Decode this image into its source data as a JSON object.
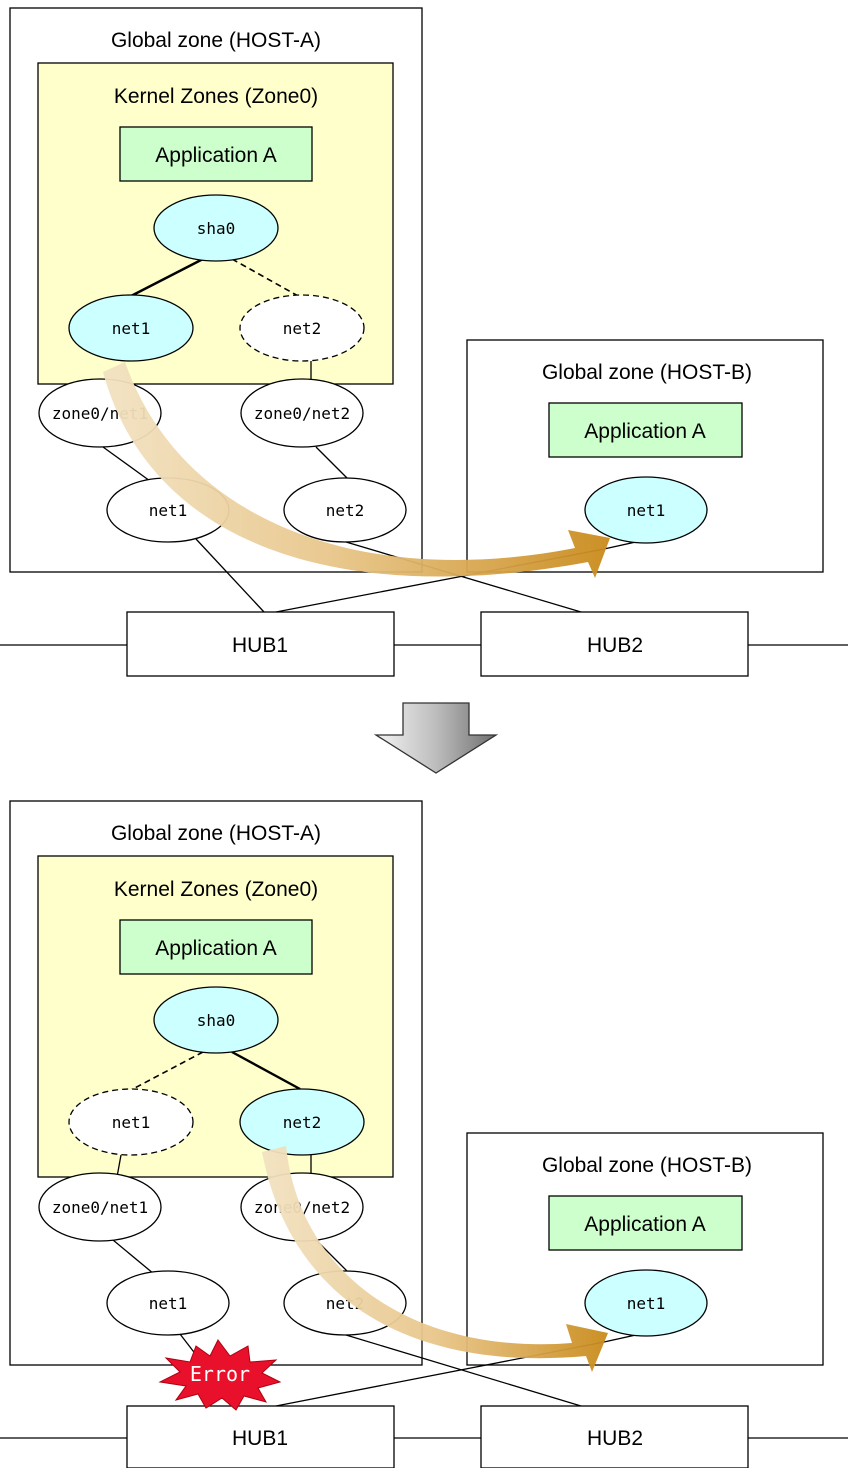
{
  "colors": {
    "zone_fill": "#ffffcc",
    "app_fill": "#ccffcc",
    "active_node_fill": "#ccffff",
    "error_fill": "#e8102a",
    "arrow_fill": "#d9a441"
  },
  "before": {
    "host_a": {
      "title": "Global zone (HOST-A)",
      "kernel_zone": {
        "title": "Kernel Zones (Zone0)",
        "app": "Application A",
        "sha": "sha0",
        "net1": "net1",
        "net2": "net2"
      },
      "vnic1": "zone0/net1",
      "vnic2": "zone0/net2",
      "phys1": "net1",
      "phys2": "net2"
    },
    "host_b": {
      "title": "Global zone (HOST-B)",
      "app": "Application A",
      "net1": "net1"
    },
    "hub1": "HUB1",
    "hub2": "HUB2"
  },
  "after": {
    "host_a": {
      "title": "Global zone (HOST-A)",
      "kernel_zone": {
        "title": "Kernel Zones (Zone0)",
        "app": "Application A",
        "sha": "sha0",
        "net1": "net1",
        "net2": "net2"
      },
      "vnic1": "zone0/net1",
      "vnic2": "zone0/net2",
      "phys1": "net1",
      "phys2": "net2"
    },
    "host_b": {
      "title": "Global zone (HOST-B)",
      "app": "Application A",
      "net1": "net1"
    },
    "hub1": "HUB1",
    "hub2": "HUB2",
    "error_label": "Error"
  },
  "icons": {
    "transition": "down-arrow-icon",
    "failover": "curved-arrow-icon",
    "error": "explosion-icon"
  }
}
